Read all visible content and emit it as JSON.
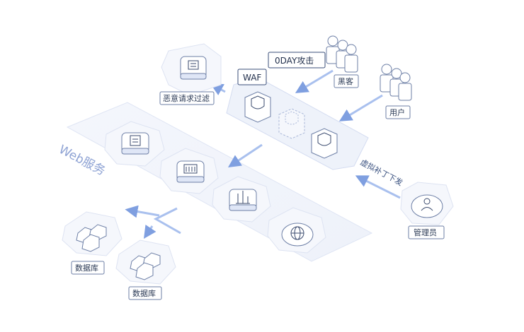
{
  "labels": {
    "malicious_filter": "恶意请求过滤",
    "waf": "WAF",
    "zero_day": "0DAY攻击",
    "hacker": "黑客",
    "user": "用户",
    "web_service": "Web服务",
    "db1": "数据库",
    "db2": "数据库",
    "admin": "管理员",
    "patch": "虚拟补丁下发"
  },
  "colors": {
    "accent": "#3a67d8",
    "arrow": "#a9c0ee",
    "outline": "#c9d4ee",
    "platform": "#f0f3fb",
    "icon_top": "#ffffff",
    "icon_side": "#dfe6f6"
  },
  "icons": {
    "filter_node": "document-box-icon",
    "waf_left": "shield-icon",
    "waf_center": "shield-dashed-icon",
    "waf_right": "shield-icon",
    "web1": "document-icon",
    "web2": "database-rack-icon",
    "web3": "bar-chart-icon",
    "web4": "globe-icon",
    "db": "hexagon-cluster-icon",
    "hacker": "people-group-icon",
    "user": "people-group-icon",
    "admin": "person-icon"
  }
}
